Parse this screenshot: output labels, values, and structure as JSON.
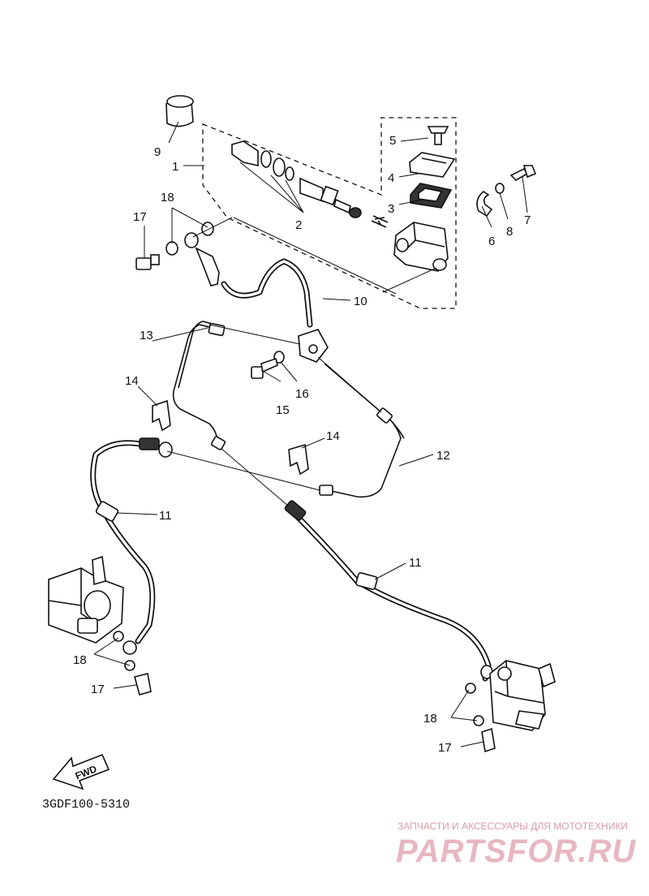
{
  "diagram": {
    "part_code": "3GDF100-5310",
    "fwd_label": "FWD",
    "callouts": {
      "c1": "1",
      "c2": "2",
      "c3": "3",
      "c4": "4",
      "c5": "5",
      "c6": "6",
      "c7": "7",
      "c8": "8",
      "c9": "9",
      "c10": "10",
      "c11a": "11",
      "c11b": "11",
      "c12": "12",
      "c13": "13",
      "c14a": "14",
      "c14b": "14",
      "c15": "15",
      "c16": "16",
      "c17a": "17",
      "c17b": "17",
      "c17c": "17",
      "c18a": "18",
      "c18b": "18",
      "c18c": "18"
    }
  },
  "watermark": {
    "tagline": "ЗАПЧАСТИ И АКСЕССУАРЫ ДЛЯ МОТОТЕХНИКИ",
    "logo": "PARTSFOR.RU"
  }
}
